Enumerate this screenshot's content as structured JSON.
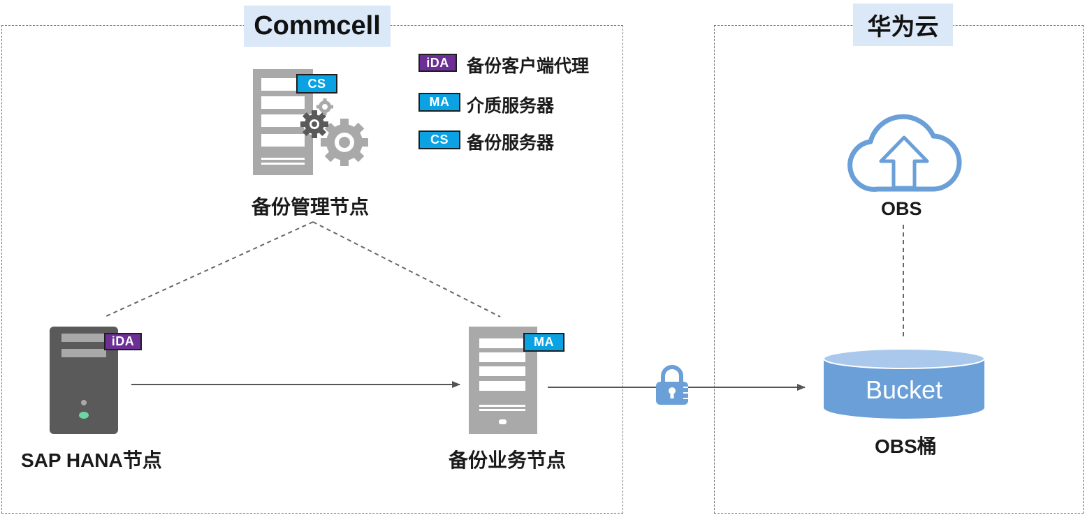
{
  "regions": {
    "commcell": {
      "title": "Commcell"
    },
    "huaweicloud": {
      "title": "华为云"
    }
  },
  "legend": [
    {
      "badge": "iDA",
      "text": "备份客户端代理",
      "color": "#6b2f95"
    },
    {
      "badge": "MA",
      "text": "介质服务器",
      "color": "#0aa2e3"
    },
    {
      "badge": "CS",
      "text": "备份服务器",
      "color": "#0aa2e3"
    }
  ],
  "nodes": {
    "management": {
      "label": "备份管理节点",
      "badge": "CS",
      "icon": "server-gears-icon"
    },
    "sap_hana": {
      "label": "SAP HANA节点",
      "badge": "iDA",
      "icon": "server-tower-icon"
    },
    "business": {
      "label": "备份业务节点",
      "badge": "MA",
      "icon": "server-rack-icon"
    },
    "obs": {
      "label": "OBS",
      "icon": "cloud-upload-icon"
    },
    "bucket": {
      "label": "OBS桶",
      "text": "Bucket",
      "icon": "bucket-cylinder-icon"
    }
  },
  "connections": [
    {
      "from": "sap_hana",
      "to": "business",
      "style": "arrow"
    },
    {
      "from": "business",
      "to": "bucket",
      "style": "arrow",
      "via": "lock-icon"
    },
    {
      "from": "management",
      "to": "sap_hana",
      "style": "dashed"
    },
    {
      "from": "management",
      "to": "business",
      "style": "dashed"
    },
    {
      "from": "obs",
      "to": "bucket",
      "style": "dashed"
    }
  ],
  "colors": {
    "accent_blue": "#6a9fd8",
    "badge_purple": "#6b2f95",
    "badge_cyan": "#0aa2e3",
    "server_gray": "#a9a9a9",
    "server_dark": "#5a5a5a",
    "title_bg": "#dbe8f8"
  }
}
